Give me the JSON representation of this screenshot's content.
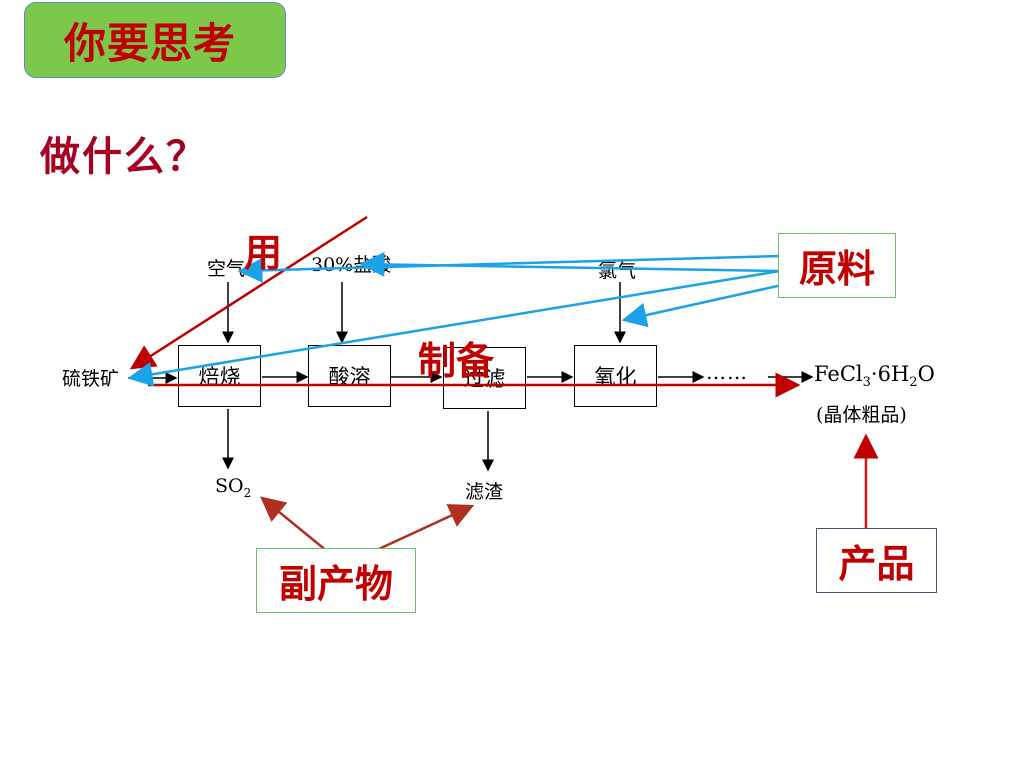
{
  "title": "你要思考",
  "heading": "做什么？",
  "process": {
    "start": "硫铁矿",
    "steps": [
      "焙烧",
      "酸溶",
      "过滤",
      "氧化"
    ],
    "inputs": {
      "air": "空气",
      "acid": "30%盐酸",
      "chlorine": "氯气"
    },
    "outputs": {
      "so2": "SO",
      "so2_sub": "2",
      "residue": "滤渣"
    },
    "ellipsis": "……",
    "product_formula": {
      "a": "FeCl",
      "b": "3",
      "c": "·6H",
      "d": "2",
      "e": "O"
    },
    "product_note": "(晶体粗品)"
  },
  "annotations": {
    "use": "用",
    "prepare": "制备",
    "raw_materials": "原料",
    "by_products": "副产物",
    "product": "产品"
  },
  "colors": {
    "red": "#c00000",
    "dark_red": "#a50021",
    "blue": "#1aa3e8",
    "green_title": "#7dc84a"
  }
}
